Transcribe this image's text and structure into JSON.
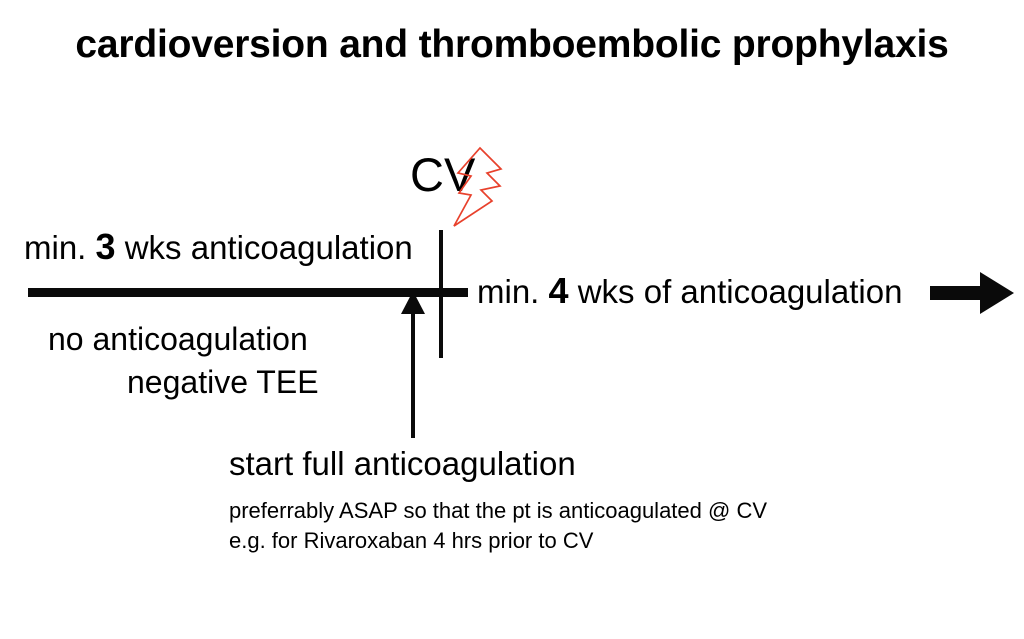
{
  "slide": {
    "title": "cardioversion and thromboembolic prophylaxis",
    "background_color": "#ffffff",
    "text_color": "#000000",
    "accent_color": "#e8412c"
  },
  "timeline": {
    "event_label": "CV",
    "event_icon": "lightning-bolt-icon",
    "event_icon_color": "#e8412c",
    "pre_event": {
      "prefix": "min.",
      "number": "3",
      "suffix": "wks anticoagulation"
    },
    "post_event": {
      "prefix": "min.",
      "number": "4",
      "suffix": "wks of anticoagulation"
    },
    "continuation_icon": "right-arrow-icon"
  },
  "alternative_pathway": {
    "line1": "no anticoagulation",
    "line2": "negative TEE"
  },
  "callout": {
    "heading": "start full anticoagulation",
    "notes": [
      "preferrably ASAP so that the pt is anticoagulated @ CV",
      "e.g. for Rivaroxaban 4 hrs prior to CV"
    ],
    "pointer_icon": "up-arrow-icon"
  }
}
